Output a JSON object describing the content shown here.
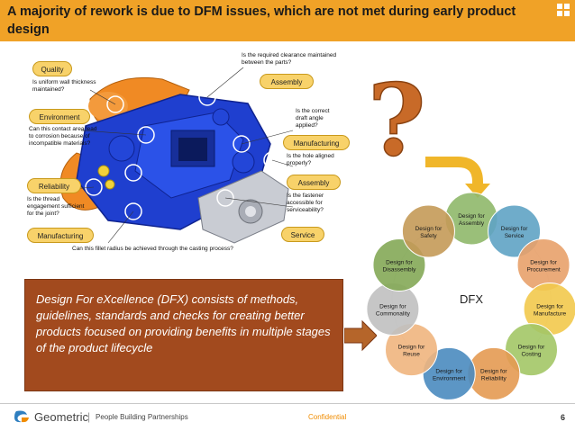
{
  "title": "A majority of rework is due to DFM issues, which are not met during early product design",
  "callouts": [
    {
      "label": "Quality",
      "question": "Is uniform wall thickness maintained?"
    },
    {
      "label": "Environment",
      "question": "Can this contact area lead to corrosion because of incompatible materials?"
    },
    {
      "label": "Reliability",
      "question": "Is the thread engagement sufficient for the joint?"
    },
    {
      "label": "Manufacturing",
      "question": "Can this fillet radius be achieved through the casting process?"
    },
    {
      "label": "Assembly",
      "question": "Is the required clearance maintained between the parts?"
    },
    {
      "label": "Manufacturing",
      "question": "Is the correct draft angle applied?"
    },
    {
      "label": "Assembly",
      "question": "Is the hole aligned properly?"
    },
    {
      "label": "Service",
      "question": "Is the fastener accessible for serviceability?"
    }
  ],
  "dfx_description": "Design For eXcellence (DFX) consists of methods, guidelines, standards and checks for creating better products focused on providing benefits in multiple stages of the product lifecycle",
  "dfx_center": "DFX",
  "dfx_petals": [
    {
      "line1": "Design for",
      "line2": "Assembly",
      "color": "#8fb86a"
    },
    {
      "line1": "Design for",
      "line2": "Service",
      "color": "#5fa3c4"
    },
    {
      "line1": "Design for",
      "line2": "Procurement",
      "color": "#e8a16a"
    },
    {
      "line1": "Design for",
      "line2": "Manufacture",
      "color": "#f2c94c"
    },
    {
      "line1": "Design for",
      "line2": "Costing",
      "color": "#a3c766"
    },
    {
      "line1": "Design for",
      "line2": "Reliability",
      "color": "#e49a52"
    },
    {
      "line1": "Design for",
      "line2": "Environment",
      "color": "#4a8bbf"
    },
    {
      "line1": "Design for",
      "line2": "Reuse",
      "color": "#f0b57e"
    },
    {
      "line1": "Design for",
      "line2": "Commonality",
      "color": "#c0c0c0"
    },
    {
      "line1": "Design for",
      "line2": "Disassembly",
      "color": "#84a956"
    },
    {
      "line1": "Design for",
      "line2": "Safety",
      "color": "#c49a58"
    }
  ],
  "colors": {
    "title_bar": "#f0a227",
    "dfx_box": "#a24a1e",
    "accent": "#f08c00"
  },
  "footer": {
    "brand": "Geometric",
    "separator": "|",
    "tagline": "People Building Partnerships",
    "confidential": "Confidential",
    "page": "6"
  }
}
